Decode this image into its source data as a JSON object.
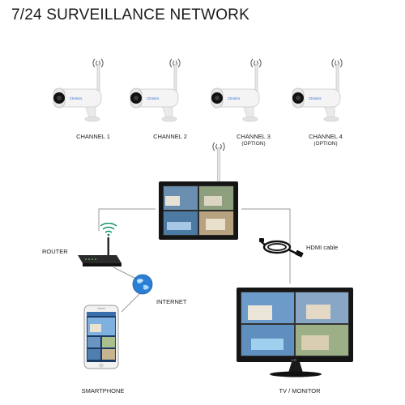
{
  "title": "7/24 SURVEILLANCE NETWORK",
  "cameras": [
    {
      "label": "CHANNEL 1",
      "note": "",
      "brand": "Ctronics"
    },
    {
      "label": "CHANNEL 2",
      "note": "",
      "brand": "Ctronics"
    },
    {
      "label": "CHANNEL 3",
      "note": "(OPTION)",
      "brand": "Ctronics"
    },
    {
      "label": "CHANNEL 4",
      "note": "(OPTION)",
      "brand": "Ctronics"
    }
  ],
  "router": {
    "label": "ROUTER"
  },
  "internet": {
    "label": "INTERNET"
  },
  "smartphone": {
    "label": "SMARTPHONE"
  },
  "hdmi": {
    "label": "HDMI cable"
  },
  "monitor": {
    "label": "TV / MONITOR",
    "brand": "LG"
  },
  "colors": {
    "line": "#9a9a9a",
    "camera_body": "#f4f4f4",
    "lens": "#111111",
    "globe": "#2a7fd4",
    "wifi": "#0a8f5a"
  }
}
